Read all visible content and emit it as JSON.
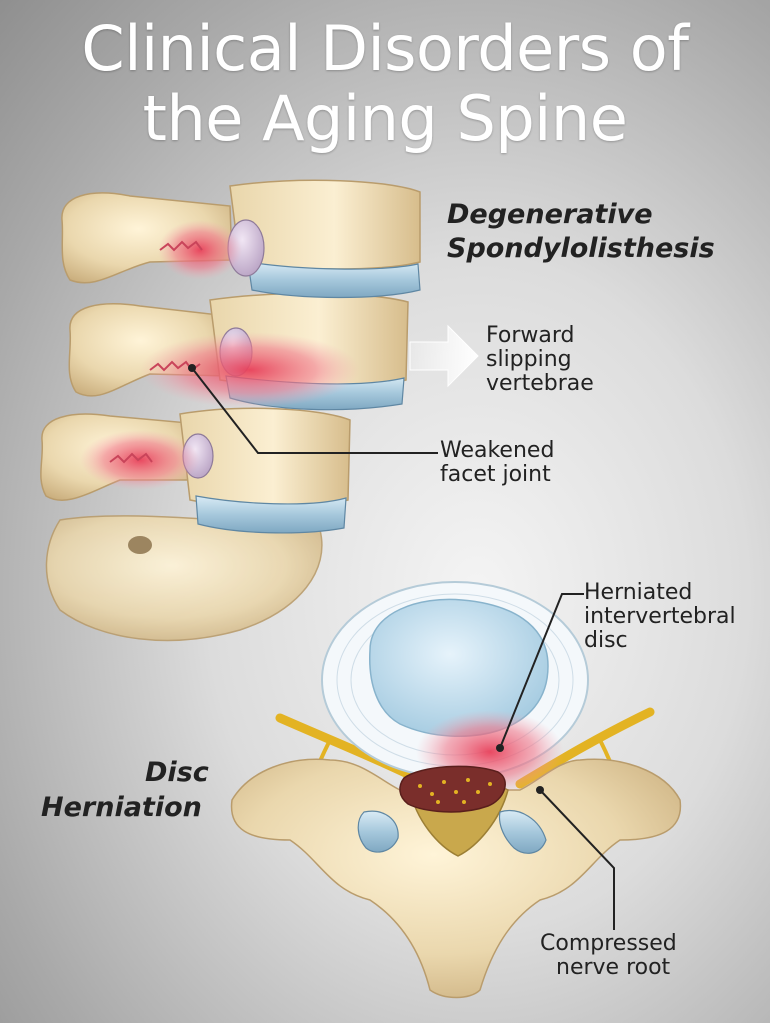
{
  "title": {
    "line1": "Clinical Disorders of",
    "line2": "the Aging Spine"
  },
  "spondylolisthesis": {
    "heading_line1": "Degenerative",
    "heading_line2": "Spondylolisthesis",
    "forward_slip_label": [
      "Forward",
      "slipping",
      "vertebrae"
    ],
    "facet_label": [
      "Weakened",
      "facet joint"
    ]
  },
  "herniation": {
    "heading_line1": "Disc",
    "heading_line2": "Herniation",
    "disc_label": [
      "Herniated",
      "intervertebral",
      "disc"
    ],
    "nerve_label": [
      "Compressed",
      "nerve root"
    ]
  },
  "colors": {
    "background_light": "#f4f4f4",
    "background_dark": "#8f8f8f",
    "bone": "#efdcb4",
    "disc": "#a9c9dd",
    "inflammation": "#e8405a",
    "nerve": "#e3b323",
    "text_title": "#ffffff",
    "text_label": "#222222"
  }
}
